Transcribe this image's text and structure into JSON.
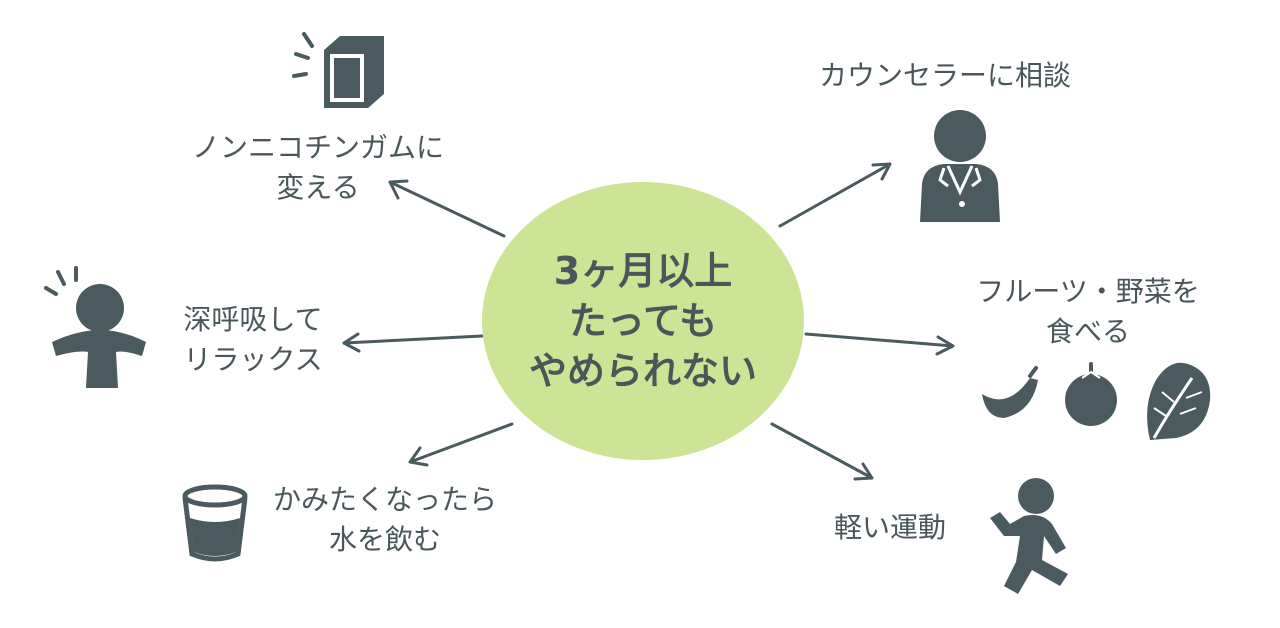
{
  "center": {
    "line1": "3ヶ月以上",
    "line2": "たっても",
    "line3": "やめられない"
  },
  "items": {
    "gum": {
      "line1": "ノンニコチンガムに",
      "line2": "変える",
      "icon": "gum-pack-icon"
    },
    "breath": {
      "line1": "深呼吸して",
      "line2": "リラックス",
      "icon": "person-breathing-icon"
    },
    "water": {
      "line1": "かみたくなったら",
      "line2": "水を飲む",
      "icon": "glass-of-water-icon"
    },
    "counselor": {
      "line1": "カウンセラーに相談",
      "icon": "counselor-icon"
    },
    "fruits": {
      "line1": "フルーツ・野菜を",
      "line2": "食べる",
      "icons": [
        "banana-icon",
        "fruit-icon",
        "leafy-vegetable-icon"
      ]
    },
    "exercise": {
      "line1": "軽い運動",
      "icon": "running-person-icon"
    }
  },
  "colors": {
    "hub": "#cde396",
    "text": "#49575b",
    "icon": "#4a5a5e",
    "arrow": "#4a5a5e"
  }
}
